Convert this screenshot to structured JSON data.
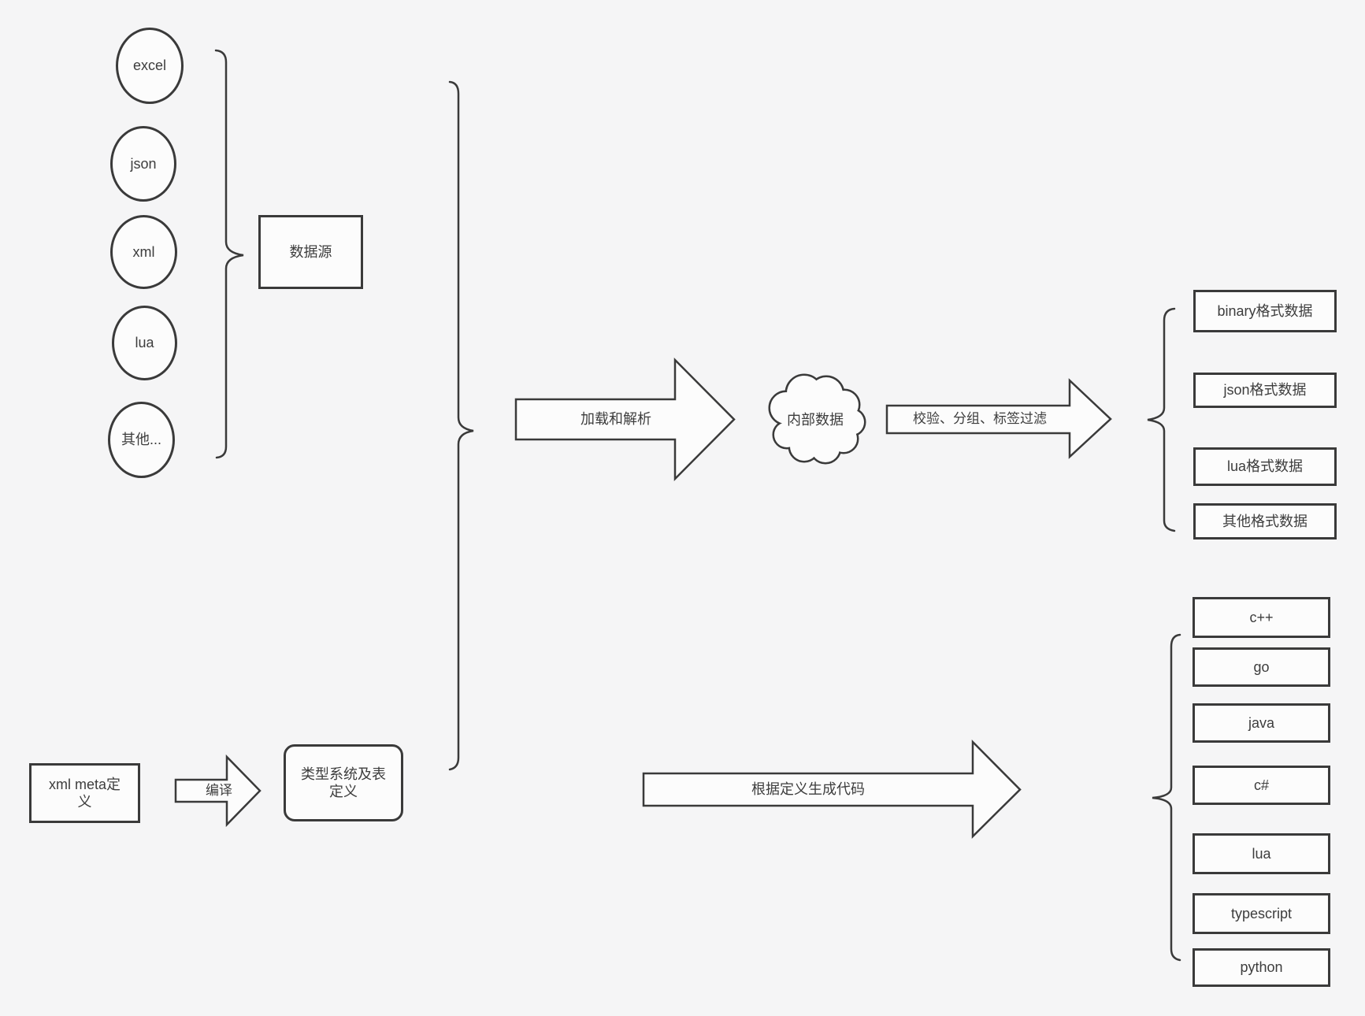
{
  "diagram": {
    "colors": {
      "background": "#f5f5f6",
      "line": "#3a3a3a",
      "shape_fill": "#fcfcfc",
      "text": "#3d3d3d"
    },
    "sources": {
      "group_label": "数据源",
      "items": [
        {
          "label": "excel"
        },
        {
          "label": "json"
        },
        {
          "label": "xml"
        },
        {
          "label": "lua"
        },
        {
          "label": "其他..."
        }
      ]
    },
    "meta_flow": {
      "input_label": "xml meta定义",
      "compile_arrow_label": "编译",
      "type_system_label": "类型系统及表定义"
    },
    "process_flow": {
      "load_arrow_label": "加载和解析",
      "internal_data_label": "内部数据",
      "filter_arrow_label": "校验、分组、标签过滤",
      "generate_arrow_label": "根据定义生成代码"
    },
    "outputs": {
      "data_formats": [
        {
          "label": "binary格式数据"
        },
        {
          "label": "json格式数据"
        },
        {
          "label": "lua格式数据"
        },
        {
          "label": "其他格式数据"
        }
      ],
      "languages": [
        {
          "label": "c++"
        },
        {
          "label": "go"
        },
        {
          "label": "java"
        },
        {
          "label": "c#"
        },
        {
          "label": "lua"
        },
        {
          "label": "typescript"
        },
        {
          "label": "python"
        }
      ]
    }
  }
}
